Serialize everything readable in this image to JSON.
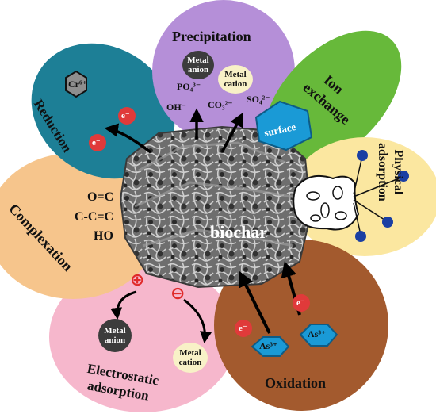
{
  "center": {
    "label": "biochar"
  },
  "mechanisms": {
    "precipitation": {
      "title": "Precipitation",
      "metal_anion": [
        "Metal",
        "anion"
      ],
      "metal_cation": [
        "Metal",
        "cation"
      ],
      "species": {
        "po4": "PO₄³⁻",
        "oh": "OH⁻",
        "co3": "CO₃²⁻",
        "so4": "SO₄²⁻"
      }
    },
    "ion_exchange": {
      "title_line1": "Ion",
      "title_line2": "exchange",
      "surface": "surface"
    },
    "reduction": {
      "title": "Reduction",
      "chromium": "Cr⁶⁺",
      "electron": "e⁻"
    },
    "physical_adsorption": {
      "title_line1": "Physical",
      "title_line2": "adsorption"
    },
    "complexation": {
      "title": "Complexation",
      "groups": [
        "O=C",
        "C-C=C",
        "HO"
      ]
    },
    "electrostatic_adsorption": {
      "title_line1": "Electrostatic",
      "title_line2": "adsorption",
      "metal_anion": [
        "Metal",
        "anion"
      ],
      "metal_cation": [
        "Metal",
        "cation"
      ],
      "positive": "⊕",
      "negative": "⊖"
    },
    "oxidation": {
      "title": "Oxidation",
      "arsenic": "As³⁺",
      "electron": "e⁻"
    }
  },
  "colors": {
    "precipitation": "#b58fd8",
    "ion_exchange": "#67b93a",
    "reduction": "#1d7f96",
    "physical_adsorption": "#fbe7a0",
    "complexation": "#f6c58c",
    "electrostatic_adsorption": "#f6b7cc",
    "oxidation": "#a35a2e",
    "electron": "#e03a3a",
    "hexagon": "#1a9ad6"
  }
}
